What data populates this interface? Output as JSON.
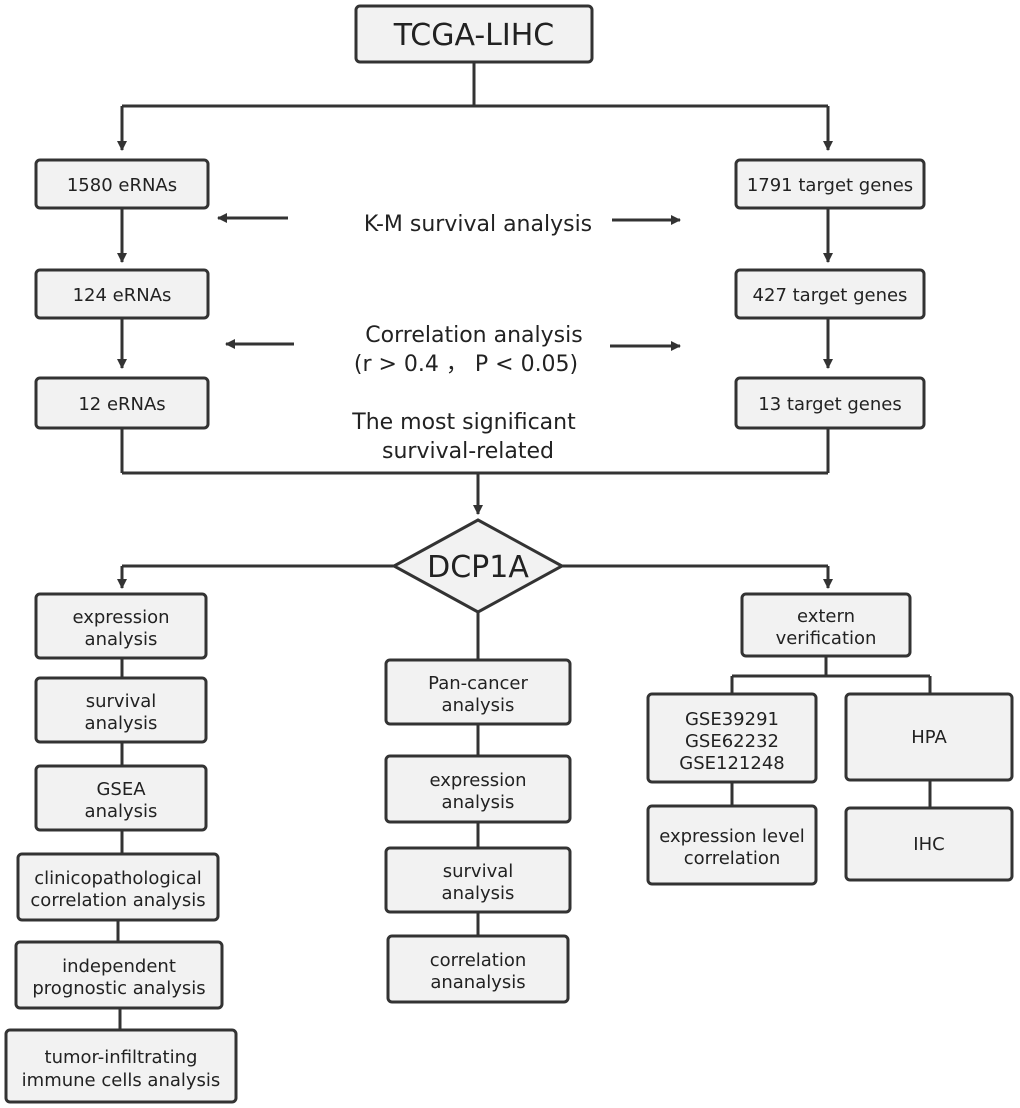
{
  "nodes": {
    "root": "TCGA-LIHC",
    "erna_1580": "1580 eRNAs",
    "target_1791": "1791 target genes",
    "erna_124": "124 eRNAs",
    "target_427": "427 target genes",
    "erna_12": "12 eRNAs",
    "target_13": "13 target genes",
    "dcp1a": "DCP1A",
    "left_expression": [
      "expression",
      "analysis"
    ],
    "left_survival": [
      "survival",
      "analysis"
    ],
    "left_gsea": [
      "GSEA",
      "analysis"
    ],
    "left_clinico": [
      "clinicopathological",
      "correlation analysis"
    ],
    "left_independent": [
      "independent",
      "prognostic analysis"
    ],
    "left_tumor": [
      "tumor-infiltrating",
      "immune cells analysis"
    ],
    "mid_pancancer": [
      "Pan-cancer",
      "analysis"
    ],
    "mid_expression": [
      "expression",
      "analysis"
    ],
    "mid_survival": [
      "survival",
      "analysis"
    ],
    "mid_correlation": [
      "correlation",
      "ananalysis"
    ],
    "right_extern": [
      "extern",
      "verification"
    ],
    "right_gse": [
      "GSE39291",
      "GSE62232",
      "GSE121248"
    ],
    "right_hpa": "HPA",
    "right_exprlevel": [
      "expression level",
      "correlation"
    ],
    "right_ihc": "IHC"
  },
  "labels": {
    "km": "K-M survival analysis",
    "correlation": [
      "Correlation analysis",
      "(r > 0.4 ， P < 0.05)"
    ],
    "most_significant": [
      "The most significant",
      "survival-related"
    ]
  }
}
